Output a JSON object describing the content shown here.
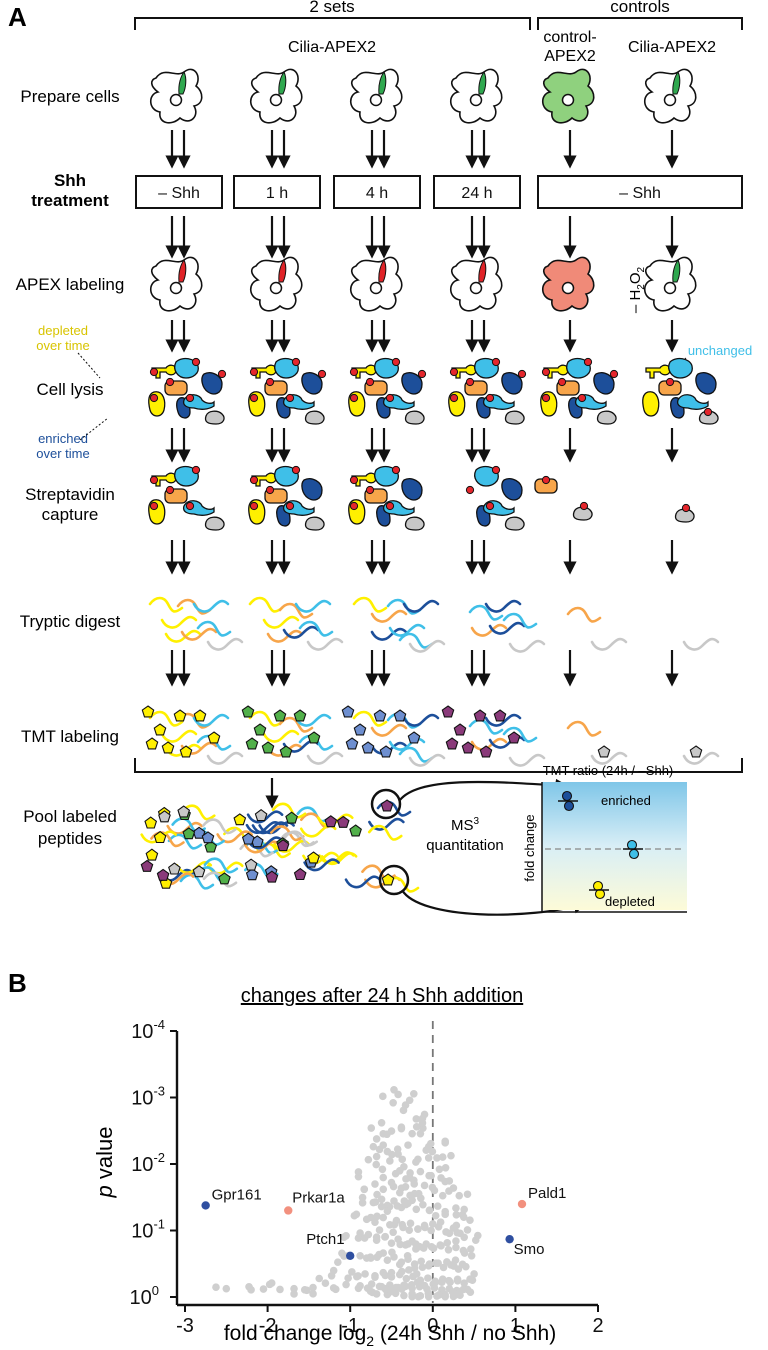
{
  "panel_a": {
    "panel_letter": "A",
    "group_labels": {
      "sets": "2 sets",
      "controls": "controls"
    },
    "sublabel_cilia": "Cilia-APEX2",
    "column_headers": {
      "control_line1": "control-",
      "control_line2": "APEX2",
      "cilia": "Cilia-APEX2"
    },
    "row_labels": {
      "prepare": "Prepare cells",
      "shh_line1": "Shh",
      "shh_line2": "treatment",
      "apex": "APEX labeling",
      "lysis": "Cell lysis",
      "strep_line1": "Streptavidin",
      "strep_line2": "capture",
      "tryptic": "Tryptic digest",
      "tmt": "TMT labeling",
      "pool_line1": "Pool labeled",
      "pool_line2": "peptides"
    },
    "treatments": [
      "– Shh",
      "1 h",
      "4 h",
      "24 h"
    ],
    "control_treatment": "– Shh",
    "no_h2o2": {
      "prefix": "– H",
      "sub1": "2",
      "mid": "O",
      "sub2": "2"
    },
    "annotations": {
      "depleted_line1": "depleted",
      "depleted_line2": "over time",
      "enriched_line1": "enriched",
      "enriched_line2": "over time",
      "unchanged": "unchanged"
    },
    "ms3": {
      "main": "MS",
      "sup": "3",
      "line2": "quantitation"
    },
    "tmt_ratio_inset": {
      "title": "TMT ratio (24h / –Shh)",
      "ylabel": "fold change",
      "enriched": "enriched",
      "depleted": "depleted"
    },
    "colors": {
      "cilia_green": "#2fa84f",
      "cilia_red": "#e02327",
      "control_fill_green": "#8fd17e",
      "control_fill_salmon": "#f08a78",
      "yellow": "#fff000",
      "orange": "#f7a54a",
      "light_blue": "#3fbfe8",
      "dark_blue": "#1d4f9a",
      "grey": "#c8c8c8",
      "red_dot": "#e4262c",
      "tmt_green": "#52b04a",
      "tmt_blue": "#6e8fd0",
      "tmt_purple": "#8a3a7a"
    }
  },
  "panel_b": {
    "panel_letter": "B",
    "chart_data": {
      "type": "scatter",
      "title": "changes after 24 h Shh addition",
      "xlabel_main": "fold change log",
      "xlabel_sub": "2",
      "xlabel_tail": " (24h Shh / no Shh)",
      "ylabel_italic": "p",
      "ylabel_rest": " value",
      "xlim": [
        -3,
        2
      ],
      "ylim_exponent": [
        0,
        -4
      ],
      "y_scale": "log, inverted",
      "xticks": [
        "-3",
        "-2",
        "-1",
        "0",
        "2",
        "1"
      ],
      "xtick_values": [
        -3,
        -2,
        -1,
        0,
        2,
        1
      ],
      "ytick_exponents": [
        0,
        -1,
        -2,
        -3,
        -4
      ],
      "ytick_labels": [
        {
          "base": "10",
          "exp": "0"
        },
        {
          "base": "10",
          "exp": "-1"
        },
        {
          "base": "10",
          "exp": "-2"
        },
        {
          "base": "10",
          "exp": "-3"
        },
        {
          "base": "10",
          "exp": "-4"
        }
      ],
      "reference_line_x": 0,
      "labeled_points": [
        {
          "name": "Gpr161",
          "x": -2.75,
          "p": 0.042,
          "color": "#2f4fa0"
        },
        {
          "name": "Prkar1a",
          "x": -1.75,
          "p": 0.05,
          "color": "#f2907e"
        },
        {
          "name": "Ptch1",
          "x": -1.0,
          "p": 0.24,
          "color": "#2f4fa0"
        },
        {
          "name": "Pald1",
          "x": 1.08,
          "p": 0.04,
          "color": "#f2907e"
        },
        {
          "name": "Smo",
          "x": 0.93,
          "p": 0.135,
          "color": "#2f4fa0"
        }
      ],
      "background_color": "#cfcfcf",
      "background_points": [
        [
          -0.48,
          0.0012
        ],
        [
          -0.33,
          0.0013
        ],
        [
          -0.2,
          0.0021
        ],
        [
          -0.5,
          0.0032
        ],
        [
          -0.38,
          0.0028
        ],
        [
          -0.25,
          0.0035
        ],
        [
          -0.12,
          0.0029
        ],
        [
          -0.05,
          0.0055
        ],
        [
          -0.68,
          0.0042
        ],
        [
          -0.55,
          0.0065
        ],
        [
          -0.42,
          0.0071
        ],
        [
          -0.3,
          0.0052
        ],
        [
          -0.18,
          0.0085
        ],
        [
          -0.08,
          0.0062
        ],
        [
          0.05,
          0.0081
        ],
        [
          0.15,
          0.0048
        ],
        [
          -0.78,
          0.0086
        ],
        [
          -0.61,
          0.012
        ],
        [
          -0.52,
          0.009
        ],
        [
          -0.45,
          0.014
        ],
        [
          -0.35,
          0.011
        ],
        [
          -0.28,
          0.016
        ],
        [
          -0.15,
          0.013
        ],
        [
          -0.02,
          0.015
        ],
        [
          0.08,
          0.012
        ],
        [
          0.2,
          0.018
        ],
        [
          -0.9,
          0.0155
        ],
        [
          -0.7,
          0.02
        ],
        [
          -0.6,
          0.024
        ],
        [
          -0.5,
          0.019
        ],
        [
          -0.4,
          0.027
        ],
        [
          -0.33,
          0.022
        ],
        [
          -0.22,
          0.028
        ],
        [
          -0.1,
          0.021
        ],
        [
          0.02,
          0.025
        ],
        [
          0.12,
          0.03
        ],
        [
          0.25,
          0.023
        ],
        [
          -0.85,
          0.032
        ],
        [
          -0.72,
          0.038
        ],
        [
          -0.62,
          0.034
        ],
        [
          -0.55,
          0.042
        ],
        [
          -0.47,
          0.036
        ],
        [
          -0.38,
          0.045
        ],
        [
          -0.3,
          0.039
        ],
        [
          -0.2,
          0.048
        ],
        [
          -0.12,
          0.041
        ],
        [
          -0.04,
          0.05
        ],
        [
          0.06,
          0.043
        ],
        [
          0.15,
          0.052
        ],
        [
          0.28,
          0.046
        ],
        [
          0.36,
          0.058
        ],
        [
          -0.95,
          0.06
        ],
        [
          -0.8,
          0.068
        ],
        [
          -0.7,
          0.075
        ],
        [
          -0.6,
          0.064
        ],
        [
          -0.52,
          0.082
        ],
        [
          -0.44,
          0.071
        ],
        [
          -0.36,
          0.09
        ],
        [
          -0.27,
          0.078
        ],
        [
          -0.18,
          0.095
        ],
        [
          -0.1,
          0.084
        ],
        [
          -0.02,
          0.1
        ],
        [
          0.07,
          0.088
        ],
        [
          0.16,
          0.105
        ],
        [
          0.25,
          0.092
        ],
        [
          0.33,
          0.11
        ],
        [
          0.42,
          0.098
        ],
        [
          -1.05,
          0.12
        ],
        [
          -0.9,
          0.13
        ],
        [
          -0.78,
          0.115
        ],
        [
          -0.68,
          0.14
        ],
        [
          -0.58,
          0.125
        ],
        [
          -0.5,
          0.155
        ],
        [
          -0.42,
          0.135
        ],
        [
          -0.33,
          0.165
        ],
        [
          -0.25,
          0.145
        ],
        [
          -0.16,
          0.175
        ],
        [
          -0.08,
          0.16
        ],
        [
          0.01,
          0.185
        ],
        [
          0.1,
          0.17
        ],
        [
          0.19,
          0.195
        ],
        [
          0.28,
          0.18
        ],
        [
          0.37,
          0.2
        ],
        [
          0.46,
          0.19
        ],
        [
          -1.1,
          0.22
        ],
        [
          -0.88,
          0.24
        ],
        [
          -0.75,
          0.26
        ],
        [
          -0.65,
          0.23
        ],
        [
          -0.55,
          0.28
        ],
        [
          -0.47,
          0.25
        ],
        [
          -0.38,
          0.3
        ],
        [
          -0.3,
          0.27
        ],
        [
          -0.22,
          0.32
        ],
        [
          -0.14,
          0.29
        ],
        [
          -0.05,
          0.34
        ],
        [
          0.04,
          0.31
        ],
        [
          0.13,
          0.36
        ],
        [
          0.22,
          0.33
        ],
        [
          0.31,
          0.38
        ],
        [
          0.4,
          0.35
        ],
        [
          -1.2,
          0.4
        ],
        [
          -0.98,
          0.42
        ],
        [
          -0.82,
          0.45
        ],
        [
          -0.7,
          0.48
        ],
        [
          -0.6,
          0.43
        ],
        [
          -0.5,
          0.5
        ],
        [
          -0.4,
          0.46
        ],
        [
          -0.32,
          0.53
        ],
        [
          -0.24,
          0.49
        ],
        [
          -0.15,
          0.56
        ],
        [
          -0.06,
          0.52
        ],
        [
          0.03,
          0.58
        ],
        [
          0.12,
          0.54
        ],
        [
          0.21,
          0.6
        ],
        [
          0.3,
          0.57
        ],
        [
          0.38,
          0.62
        ],
        [
          -1.3,
          0.62
        ],
        [
          -1.05,
          0.65
        ],
        [
          -0.88,
          0.68
        ],
        [
          -0.74,
          0.64
        ],
        [
          -0.62,
          0.7
        ],
        [
          -0.52,
          0.66
        ],
        [
          -0.42,
          0.72
        ],
        [
          -0.33,
          0.69
        ],
        [
          -0.25,
          0.74
        ],
        [
          -0.16,
          0.7
        ],
        [
          -0.07,
          0.76
        ],
        [
          0.02,
          0.73
        ],
        [
          0.11,
          0.78
        ],
        [
          0.2,
          0.75
        ],
        [
          0.29,
          0.8
        ],
        [
          0.37,
          0.77
        ],
        [
          -2.5,
          0.75
        ],
        [
          -2.2,
          0.78
        ],
        [
          -2.05,
          0.76
        ],
        [
          -1.85,
          0.77
        ],
        [
          -1.68,
          0.75
        ],
        [
          -1.55,
          0.78
        ],
        [
          -1.45,
          0.72
        ],
        [
          -1.2,
          0.73
        ],
        [
          -0.9,
          0.74
        ],
        [
          -0.68,
          0.9
        ],
        [
          -0.55,
          0.92
        ],
        [
          -0.45,
          0.88
        ],
        [
          -0.35,
          0.95
        ],
        [
          -0.25,
          0.9
        ],
        [
          -0.15,
          0.96
        ],
        [
          -0.05,
          0.92
        ],
        [
          0.05,
          0.97
        ],
        [
          0.15,
          0.93
        ],
        [
          0.25,
          0.98
        ],
        [
          0.33,
          0.94
        ],
        [
          -0.42,
          0.0009
        ],
        [
          -0.28,
          0.0011
        ],
        [
          -0.62,
          0.0024
        ],
        [
          -0.1,
          0.0018
        ],
        [
          -0.72,
          0.0055
        ],
        [
          0.22,
          0.0075
        ],
        [
          -0.83,
          0.024
        ],
        [
          0.32,
          0.03
        ],
        [
          0.45,
          0.07
        ],
        [
          0.52,
          0.14
        ],
        [
          -1.15,
          0.3
        ],
        [
          0.5,
          0.45
        ]
      ]
    }
  }
}
